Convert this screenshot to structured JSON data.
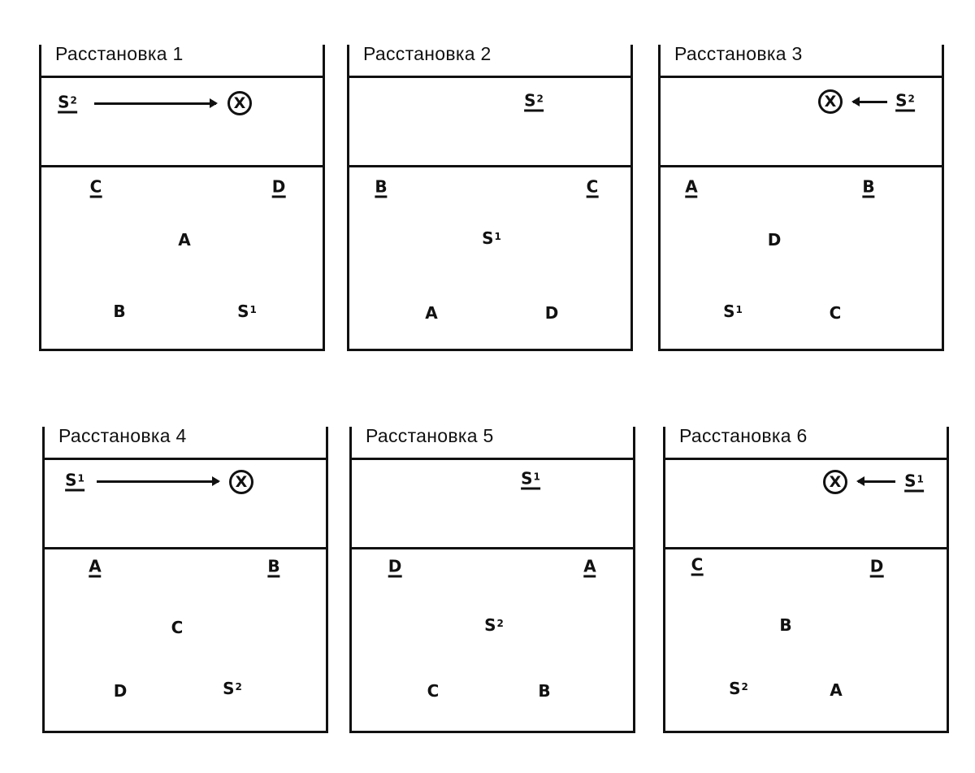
{
  "diagrams": [
    {
      "title": "Расстановка 1",
      "server": {
        "label": "S",
        "sup": "2"
      },
      "target": {
        "label": "X"
      },
      "arrow_direction": "right",
      "players": [
        {
          "label": "C",
          "sup": "",
          "underlined": true,
          "row": "front-left"
        },
        {
          "label": "D",
          "sup": "",
          "underlined": true,
          "row": "front-right"
        },
        {
          "label": "A",
          "sup": "",
          "underlined": false,
          "row": "middle"
        },
        {
          "label": "B",
          "sup": "",
          "underlined": false,
          "row": "back-left"
        },
        {
          "label": "S",
          "sup": "1",
          "underlined": false,
          "row": "back-right"
        }
      ]
    },
    {
      "title": "Расстановка 2",
      "server": {
        "label": "S",
        "sup": "2"
      },
      "target": null,
      "arrow_direction": null,
      "players": [
        {
          "label": "B",
          "sup": "",
          "underlined": true,
          "row": "front-left"
        },
        {
          "label": "C",
          "sup": "",
          "underlined": true,
          "row": "front-right"
        },
        {
          "label": "S",
          "sup": "1",
          "underlined": false,
          "row": "middle"
        },
        {
          "label": "A",
          "sup": "",
          "underlined": false,
          "row": "back-left"
        },
        {
          "label": "D",
          "sup": "",
          "underlined": false,
          "row": "back-right"
        }
      ]
    },
    {
      "title": "Расстановка 3",
      "server": {
        "label": "S",
        "sup": "2"
      },
      "target": {
        "label": "X"
      },
      "arrow_direction": "left",
      "players": [
        {
          "label": "A",
          "sup": "",
          "underlined": true,
          "row": "front-left"
        },
        {
          "label": "B",
          "sup": "",
          "underlined": true,
          "row": "front-right"
        },
        {
          "label": "D",
          "sup": "",
          "underlined": false,
          "row": "middle"
        },
        {
          "label": "S",
          "sup": "1",
          "underlined": false,
          "row": "back-left"
        },
        {
          "label": "C",
          "sup": "",
          "underlined": false,
          "row": "back-right"
        }
      ]
    },
    {
      "title": "Расстановка 4",
      "server": {
        "label": "S",
        "sup": "1"
      },
      "target": {
        "label": "X"
      },
      "arrow_direction": "right",
      "players": [
        {
          "label": "A",
          "sup": "",
          "underlined": true,
          "row": "front-left"
        },
        {
          "label": "B",
          "sup": "",
          "underlined": true,
          "row": "front-right"
        },
        {
          "label": "C",
          "sup": "",
          "underlined": false,
          "row": "middle"
        },
        {
          "label": "D",
          "sup": "",
          "underlined": false,
          "row": "back-left"
        },
        {
          "label": "S",
          "sup": "2",
          "underlined": false,
          "row": "back-right"
        }
      ]
    },
    {
      "title": "Расстановка 5",
      "server": {
        "label": "S",
        "sup": "1"
      },
      "target": null,
      "arrow_direction": null,
      "players": [
        {
          "label": "D",
          "sup": "",
          "underlined": true,
          "row": "front-left"
        },
        {
          "label": "A",
          "sup": "",
          "underlined": true,
          "row": "front-right"
        },
        {
          "label": "S",
          "sup": "2",
          "underlined": false,
          "row": "middle"
        },
        {
          "label": "C",
          "sup": "",
          "underlined": false,
          "row": "back-left"
        },
        {
          "label": "B",
          "sup": "",
          "underlined": false,
          "row": "back-right"
        }
      ]
    },
    {
      "title": "Расстановка 6",
      "server": {
        "label": "S",
        "sup": "1"
      },
      "target": {
        "label": "X"
      },
      "arrow_direction": "left",
      "players": [
        {
          "label": "C",
          "sup": "",
          "underlined": true,
          "row": "front-left"
        },
        {
          "label": "D",
          "sup": "",
          "underlined": true,
          "row": "front-right"
        },
        {
          "label": "B",
          "sup": "",
          "underlined": false,
          "row": "middle"
        },
        {
          "label": "S",
          "sup": "2",
          "underlined": false,
          "row": "back-left"
        },
        {
          "label": "A",
          "sup": "",
          "underlined": false,
          "row": "back-right"
        }
      ]
    }
  ]
}
